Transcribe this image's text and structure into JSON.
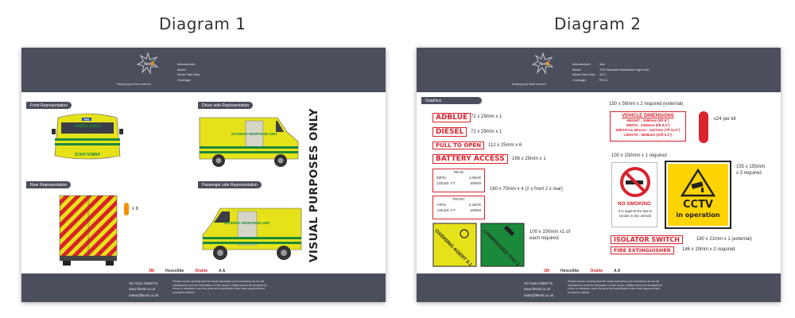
{
  "titles": {
    "diagram1": "Diagram 1",
    "diagram2": "Diagram 2"
  },
  "colors": {
    "header_bg": "#4b4e5b",
    "vehicle_yellow": "#e6e21a",
    "vehicle_green": "#1a8a3a",
    "label_red": "#d9232e",
    "chevron_red": "#d8232a"
  },
  "header": {
    "logo_text": "fleet",
    "tagline": "Keeping your fleet covered",
    "meta_labels": [
      "Manufacturer:",
      "Model:",
      "Model Start Date:",
      "Coverage:"
    ],
    "meta_values_d2": [
      "Man",
      "TGE Standard Wheelbase High Roof",
      "2017",
      "FB-01"
    ]
  },
  "footer": {
    "contact": [
      "Tel: 0344 2098775",
      "www.fleetd.co.uk",
      "sales@fleetd.co.uk"
    ],
    "disclaimer": "Please ensure carefully that the visual represents your instructions as we will manufacture from the information on this visual. Liability cannot be accepted for errors or omissions once the proof and specification have been approved and production started.",
    "partner_logos": [
      "3M",
      "Hexcellite",
      "Oralite",
      "A A"
    ]
  },
  "diagram1": {
    "panels": {
      "front": "Front Representation",
      "driver": "Driver side Representation",
      "rear": "Rear Representation",
      "passenger": "Passenger side Representation"
    },
    "rear_note": "x 8",
    "watermark": "VISUAL PURPOSES ONLY",
    "vehicle_text": {
      "nhs": "NHS",
      "ambulance": "AMBULANCE",
      "unit_label": "INCIDENT RESPONSE UNIT"
    }
  },
  "diagram2": {
    "panel": "Graphics",
    "labels": {
      "adblue": "ADBLUE",
      "adblue_note": "72 x 29mm x 1",
      "diesel": "DIESEL",
      "diesel_note": "72 x 29mm x 1",
      "pull": "PULL TO OPEN",
      "pull_note": "112 x 25mm x 6",
      "battery": "BATTERY ACCESS",
      "battery_note": "166 x 29mm x 1"
    },
    "tyre_rear": {
      "title": "REAR",
      "r1": [
        "58PSI",
        "4.0BAR"
      ],
      "r2": [
        "133LBS. FT",
        "180NM"
      ]
    },
    "tyre_front": {
      "title": "FRONT",
      "r1": [
        "74PSI",
        "5.1BAR"
      ],
      "r2": [
        "133LBS. FT",
        "180NM"
      ]
    },
    "tyre_note": "160 x 70mm x 4 (2 x front 2 x rear)",
    "hazard_note": [
      "100 x 100mm x1 of",
      "each  required"
    ],
    "hazard_oxidising": "OXIDISING AGENT 5.1",
    "hazard_gas": "COMPRESSED GAS 2",
    "vd_top_note": "150 x 58mm x 2 required (external)",
    "vehicle_dims": {
      "title": "VEHICLE DIMENSIONS",
      "lines": [
        "HEIGHT  - 2590mm (8ft 6\")",
        "WIDTH  - 2040mm (6ft 8.4\")",
        "WIDTH inc Mirrors - 2427mm (7ft 11.6\")",
        "LENGTH  - 6836mm (22ft 5.2\")"
      ]
    },
    "pill_note": "x24 per kit",
    "nosmoke_note": "100 x 150mm x 1 required",
    "nosmoke": {
      "title": "NO SMOKING",
      "sub": "It is against the law to smoke in this vehicle"
    },
    "cctv": {
      "l1": "CCTV",
      "l2": "in operation"
    },
    "cctv_note": [
      "155 x 155mm",
      "x 3 required"
    ],
    "isolator": "ISOLATOR SWITCH",
    "isolator_note": "180 x 21mm x 1 (external)",
    "fire": "FIRE EXTINGUISHER",
    "fire_note": "146 x 19mm x 2 required"
  }
}
